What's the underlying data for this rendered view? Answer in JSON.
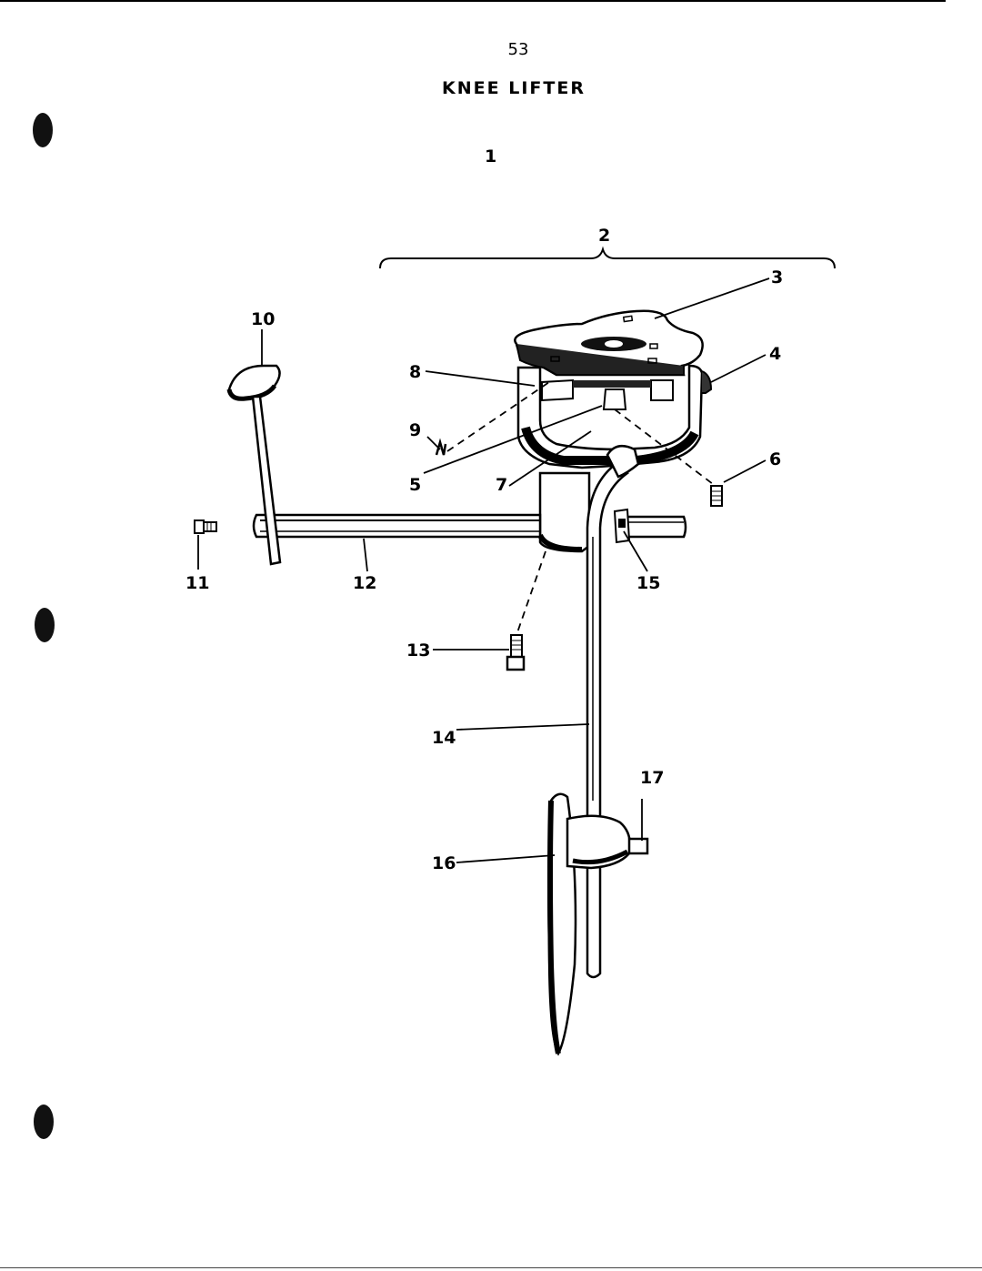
{
  "page": {
    "number": "53",
    "title": "KNEE LIFTER"
  },
  "assembly_label": "1",
  "parts": [
    {
      "id": "p2",
      "label": "2"
    },
    {
      "id": "p3",
      "label": "3"
    },
    {
      "id": "p4",
      "label": "4"
    },
    {
      "id": "p5",
      "label": "5"
    },
    {
      "id": "p6",
      "label": "6"
    },
    {
      "id": "p7",
      "label": "7"
    },
    {
      "id": "p8",
      "label": "8"
    },
    {
      "id": "p9",
      "label": "9"
    },
    {
      "id": "p10",
      "label": "10"
    },
    {
      "id": "p11",
      "label": "11"
    },
    {
      "id": "p12",
      "label": "12"
    },
    {
      "id": "p13",
      "label": "13"
    },
    {
      "id": "p14",
      "label": "14"
    },
    {
      "id": "p15",
      "label": "15"
    },
    {
      "id": "p16",
      "label": "16"
    },
    {
      "id": "p17",
      "label": "17"
    }
  ]
}
